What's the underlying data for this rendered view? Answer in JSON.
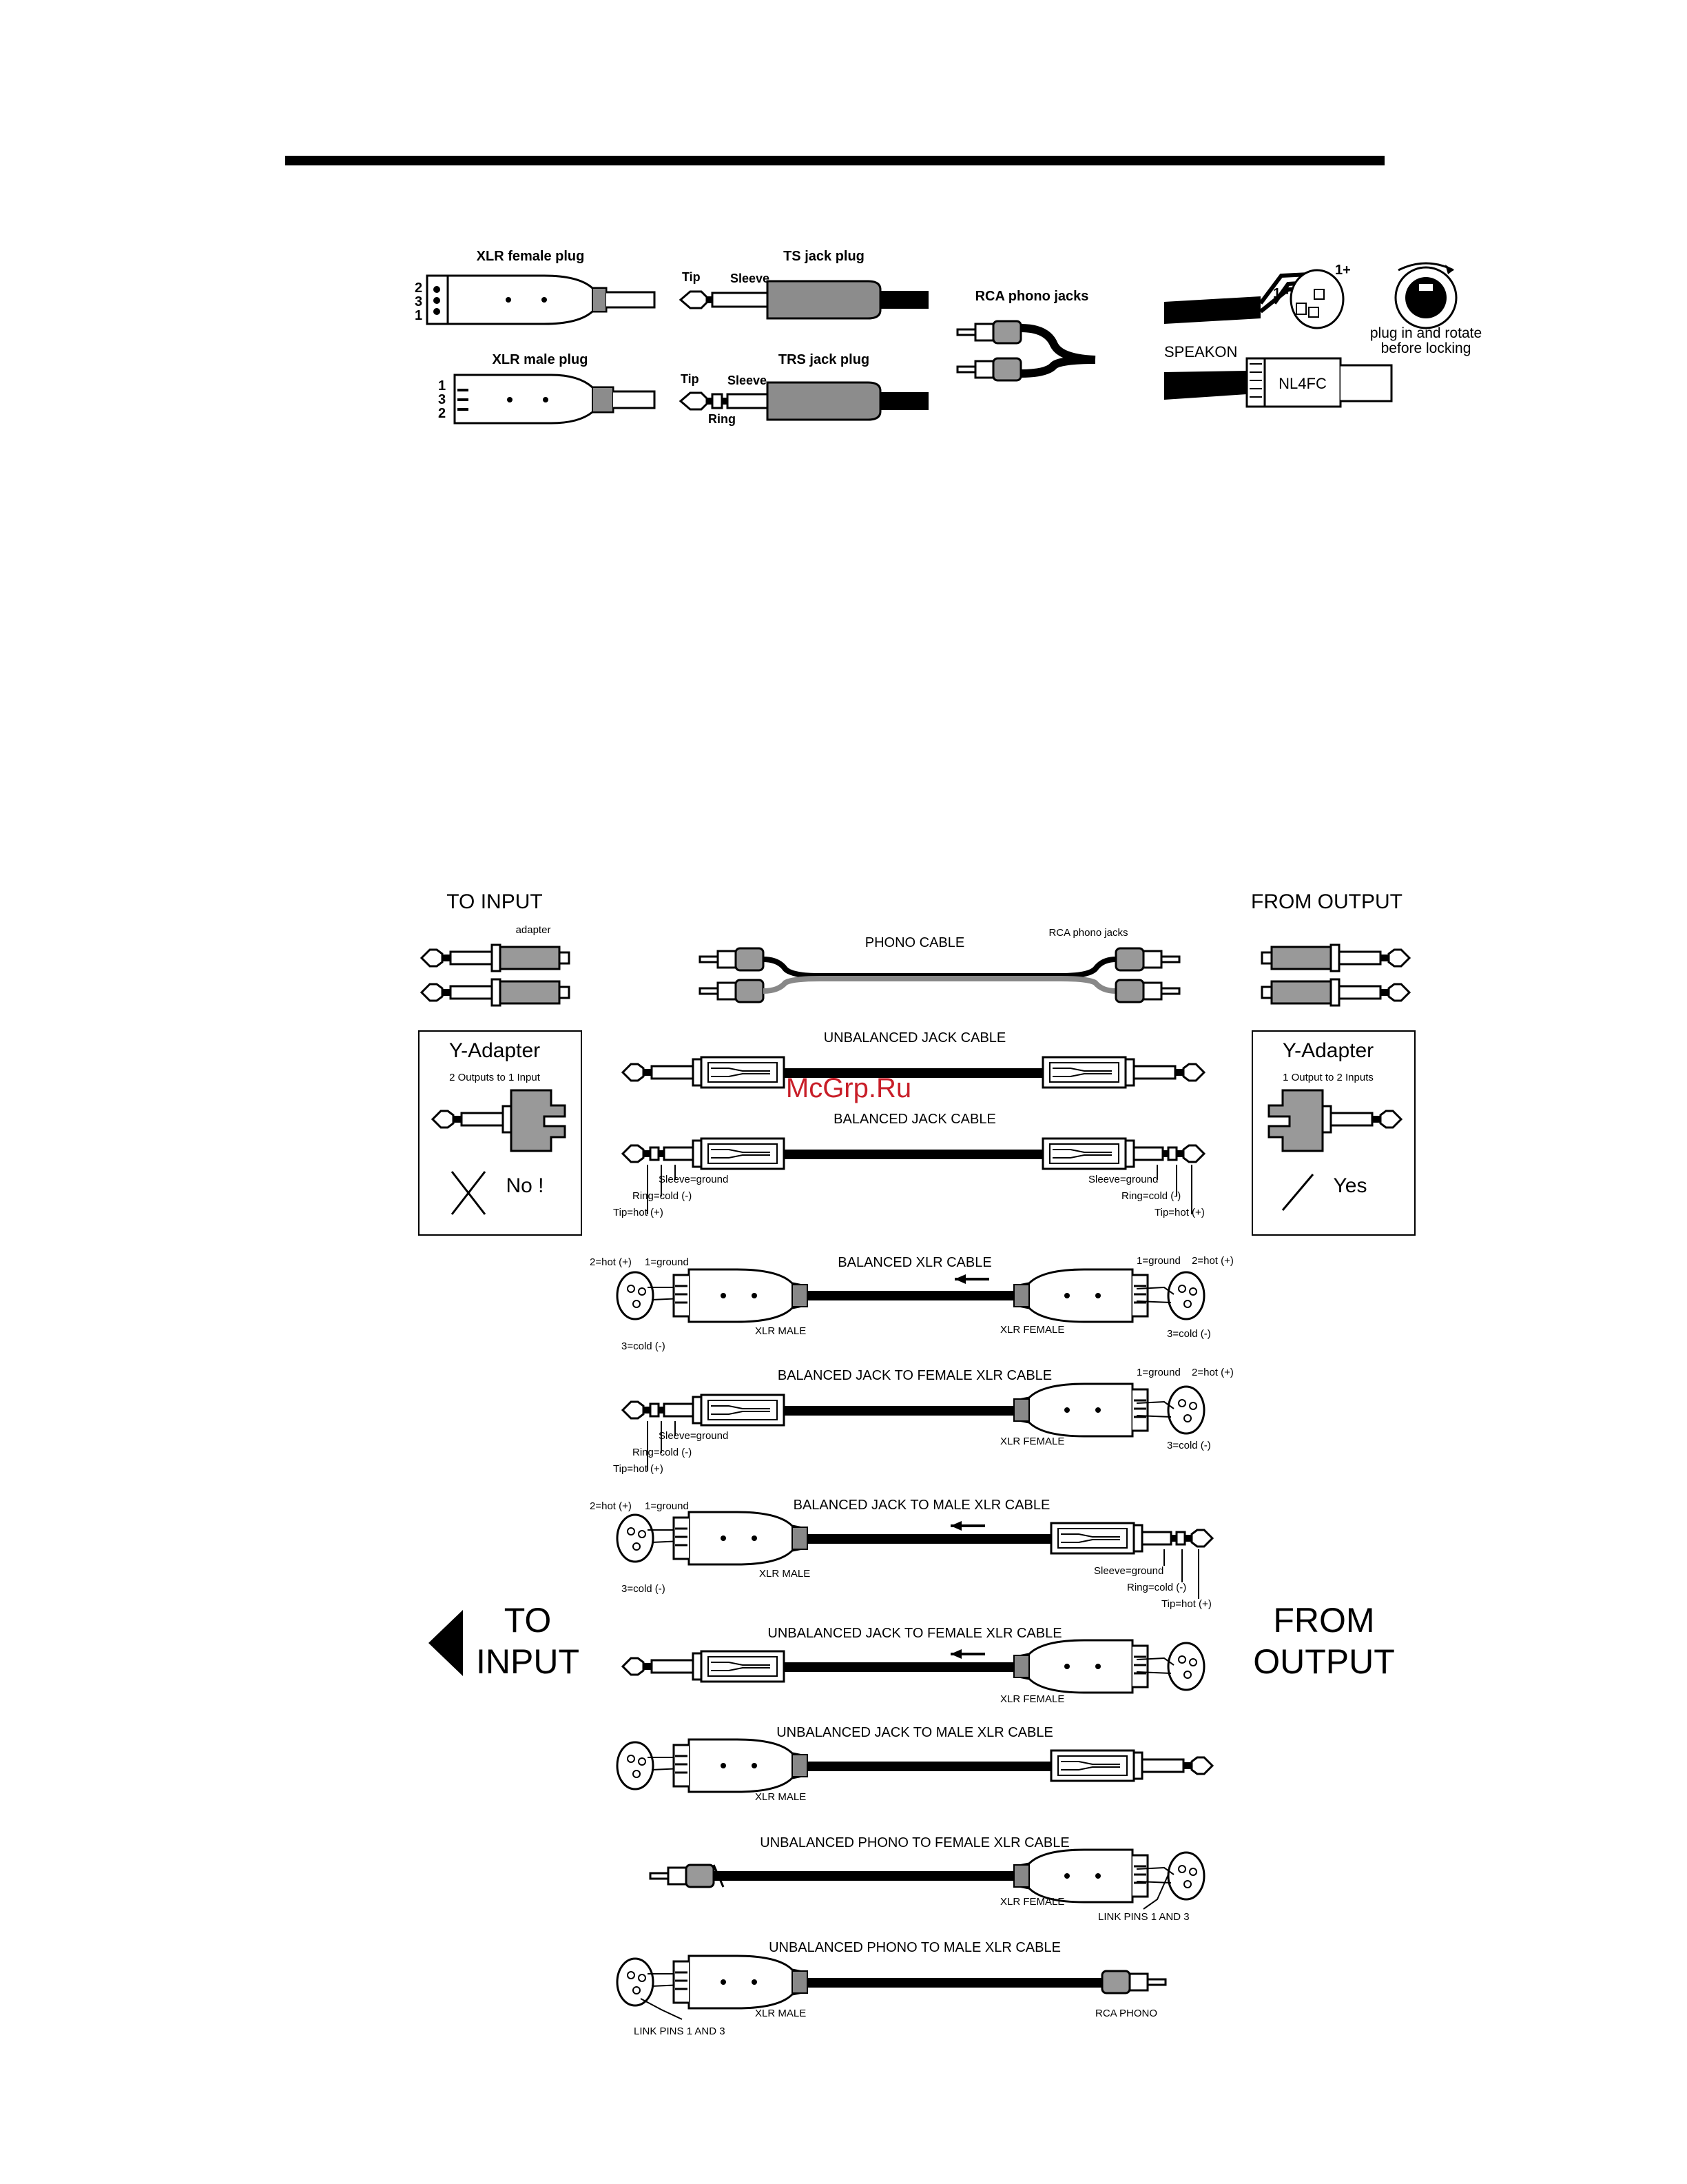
{
  "connectors": {
    "xlr_female": "XLR female plug",
    "xlr_female_pins": [
      "2",
      "3",
      "1"
    ],
    "xlr_male": "XLR male plug",
    "xlr_male_pins": [
      "1",
      "3",
      "2"
    ],
    "ts_jack": "TS jack plug",
    "ts_tip": "Tip",
    "ts_sleeve": "Sleeve",
    "trs_jack": "TRS jack plug",
    "trs_tip": "Tip",
    "trs_sleeve": "Sleeve",
    "trs_ring": "Ring",
    "rca": "RCA phono jacks",
    "speakon": "SPEAKON",
    "speakon_model": "NL4FC",
    "speakon_pin_plus": "1+",
    "speakon_pin_minus": "1−",
    "rotate_note_line1": "plug in and rotate",
    "rotate_note_line2": "before locking"
  },
  "wiring": {
    "to_input": "TO INPUT",
    "from_output": "FROM OUTPUT",
    "adapter": "adapter",
    "rca_phono_jacks": "RCA phono jacks",
    "phono_cable": "PHONO CABLE",
    "y_left_title": "Y-Adapter",
    "y_left_sub": "2 Outputs to 1 Input",
    "y_left_verdict": "No !",
    "y_right_title": "Y-Adapter",
    "y_right_sub": "1 Output to 2 Inputs",
    "y_right_verdict": "Yes",
    "unbalanced_jack": "UNBALANCED JACK CABLE",
    "balanced_jack": "BALANCED JACK CABLE",
    "sleeve_ground": "Sleeve=ground",
    "ring_cold": "Ring=cold (-)",
    "tip_hot": "Tip=hot (+)",
    "balanced_xlr": "BALANCED XLR CABLE",
    "hot_2": "2=hot (+)",
    "ground_1": "1=ground",
    "cold_3": "3=cold (-)",
    "xlr_male": "XLR MALE",
    "xlr_female": "XLR FEMALE",
    "jack_to_female_xlr": "BALANCED JACK TO FEMALE XLR CABLE",
    "jack_to_male_xlr": "BALANCED JACK TO MALE XLR CABLE",
    "big_to_1": "TO",
    "big_to_2": "INPUT",
    "big_from_1": "FROM",
    "big_from_2": "OUTPUT",
    "unb_jack_female_xlr": "UNBALANCED JACK TO FEMALE XLR CABLE",
    "unb_jack_male_xlr": "UNBALANCED JACK TO MALE XLR CABLE",
    "unb_phono_female_xlr": "UNBALANCED PHONO TO FEMALE XLR CABLE",
    "link_pins": "LINK PINS 1 AND 3",
    "unb_phono_male_xlr": "UNBALANCED PHONO TO MALE XLR CABLE",
    "rca_phono": "RCA PHONO"
  },
  "watermark": "McGrp.Ru"
}
